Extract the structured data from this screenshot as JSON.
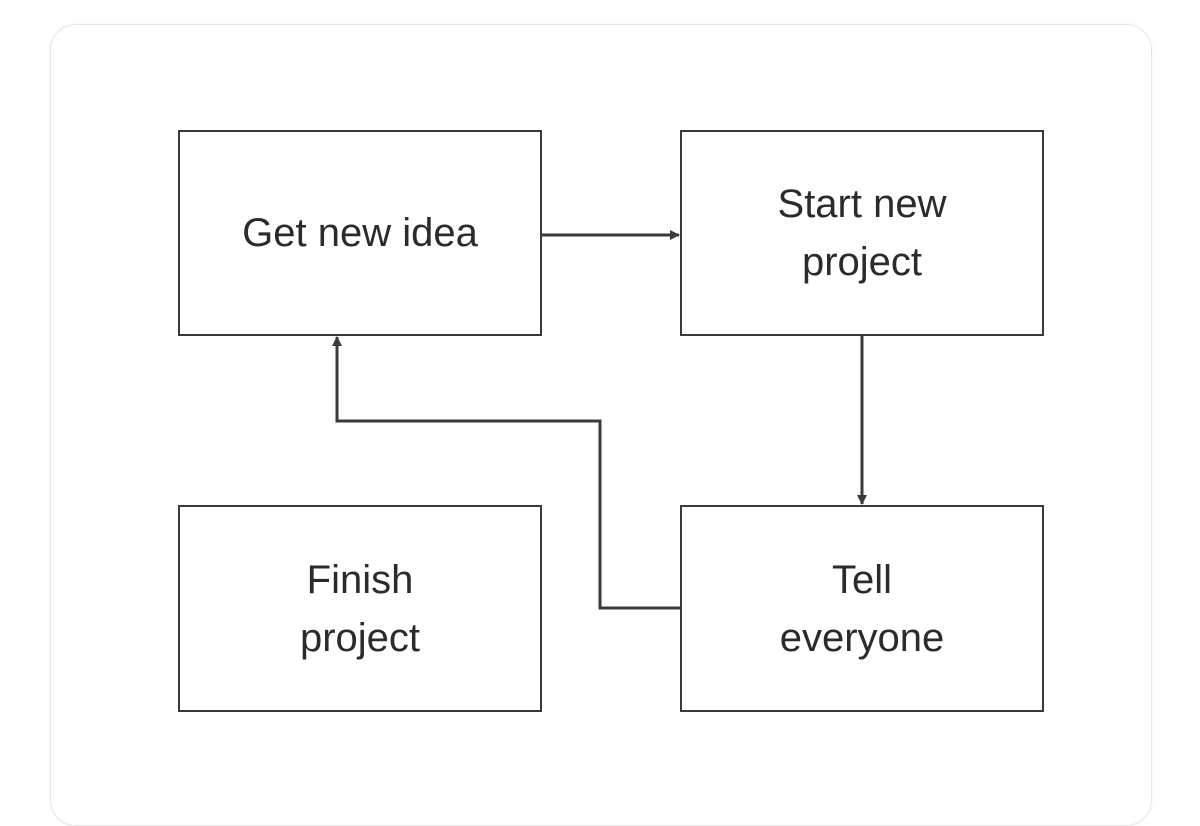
{
  "diagram": {
    "nodes": [
      {
        "id": "get-idea",
        "label": "Get new idea"
      },
      {
        "id": "start-project",
        "label": "Start new\nproject"
      },
      {
        "id": "tell-everyone",
        "label": "Tell\neveryone"
      },
      {
        "id": "finish-project",
        "label": "Finish\nproject"
      }
    ],
    "edges": [
      {
        "from": "get-idea",
        "to": "start-project"
      },
      {
        "from": "start-project",
        "to": "tell-everyone"
      },
      {
        "from": "tell-everyone",
        "to": "get-idea"
      }
    ],
    "colors": {
      "stroke": "#3a3a3a",
      "text": "#2b2b2b",
      "background": "#ffffff"
    }
  }
}
